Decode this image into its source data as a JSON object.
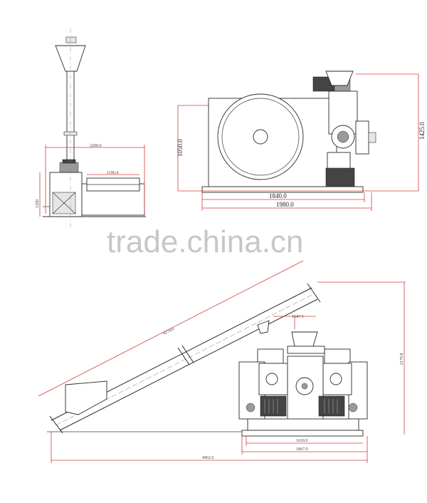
{
  "watermark": "trade.china.cn",
  "side_view": {
    "dim_width": "2200.0",
    "dim_inner": "1196.4",
    "dim_height": "1200"
  },
  "front_view": {
    "dim_1840": "1840.0",
    "dim_1980": "1980.0",
    "dim_height_left": "1050.0",
    "dim_height_right": "1425.0"
  },
  "conveyor_view": {
    "dim_length": "4274.0",
    "dim_top": "1647.5",
    "dim_height": "2170.8",
    "dim_1618": "1618.0",
    "dim_1867": "1867.0",
    "dim_total": "4962.6"
  }
}
